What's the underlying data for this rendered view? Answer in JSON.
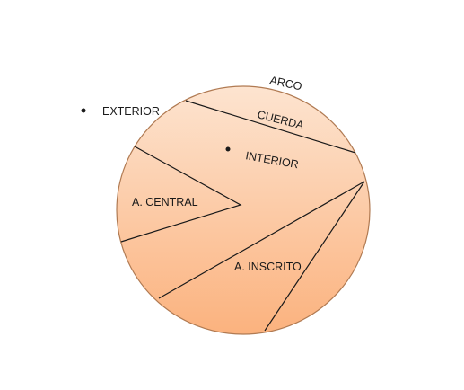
{
  "diagram": {
    "labels": {
      "arc": "ARCO",
      "chord": "CUERDA",
      "exterior": "EXTERIOR",
      "interior": "INTERIOR",
      "central_angle": "A. CENTRAL",
      "inscribed_angle": "A. INSCRITO"
    },
    "colors": {
      "circle_fill_top": "#fde4d0",
      "circle_fill_bottom": "#fbb27e",
      "circle_stroke": "#b07a52",
      "line": "#1a1a1a"
    }
  }
}
